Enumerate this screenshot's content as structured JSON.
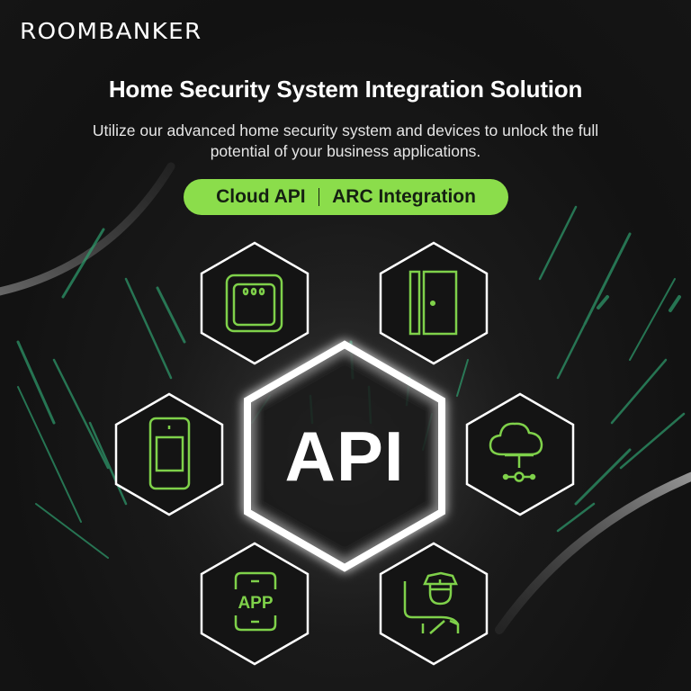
{
  "brand": {
    "logo_text": "ROOMBANKER"
  },
  "header": {
    "title": "Home Security System Integration Solution",
    "subtitle_line1": "Utilize our advanced home security system and devices to unlock the full",
    "subtitle_line2": "potential of your business applications."
  },
  "badge": {
    "left_label": "Cloud API",
    "right_label": "ARC Integration",
    "background_color": "#8bdd4b"
  },
  "center": {
    "label": "API"
  },
  "nodes": [
    {
      "position": "top-left",
      "icon": "wall-switch-icon"
    },
    {
      "position": "top-right",
      "icon": "door-sensor-icon"
    },
    {
      "position": "middle-left",
      "icon": "motion-detector-icon"
    },
    {
      "position": "middle-right",
      "icon": "cloud-network-icon"
    },
    {
      "position": "bottom-left",
      "icon": "mobile-app-icon",
      "text": "APP"
    },
    {
      "position": "bottom-right",
      "icon": "security-guard-icon"
    }
  ],
  "colors": {
    "accent_green": "#8bdd4b",
    "icon_green": "#7fd14a",
    "streak_teal": "#2f9e6e",
    "background": "#141414",
    "hex_outline": "#ffffff"
  }
}
